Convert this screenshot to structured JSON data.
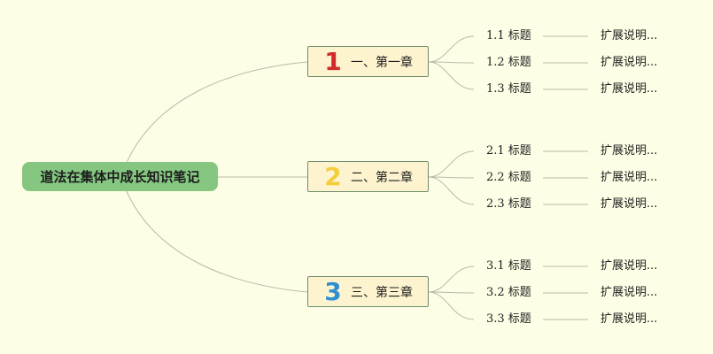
{
  "root": {
    "label": "道法在集体中成长知识笔记"
  },
  "colors": {
    "background": "#fefee6",
    "root_fill": "#85c781",
    "chapter_fill": "#fdf4cf",
    "chapter_border": "#6f8f6c",
    "edge": "#b9b9a8",
    "num1": "#d42a2a",
    "num2": "#f3cd3c",
    "num3": "#2f8fd0"
  },
  "chapters": [
    {
      "number": "1",
      "label": "一、第一章",
      "subtopics": [
        {
          "label": "1.1 标题",
          "note": "扩展说明..."
        },
        {
          "label": "1.2 标题",
          "note": "扩展说明..."
        },
        {
          "label": "1.3 标题",
          "note": "扩展说明..."
        }
      ]
    },
    {
      "number": "2",
      "label": "二、第二章",
      "subtopics": [
        {
          "label": "2.1 标题",
          "note": "扩展说明..."
        },
        {
          "label": "2.2 标题",
          "note": "扩展说明..."
        },
        {
          "label": "2.3 标题",
          "note": "扩展说明..."
        }
      ]
    },
    {
      "number": "3",
      "label": "三、第三章",
      "subtopics": [
        {
          "label": "3.1 标题",
          "note": "扩展说明..."
        },
        {
          "label": "3.2 标题",
          "note": "扩展说明..."
        },
        {
          "label": "3.3 标题",
          "note": "扩展说明..."
        }
      ]
    }
  ]
}
